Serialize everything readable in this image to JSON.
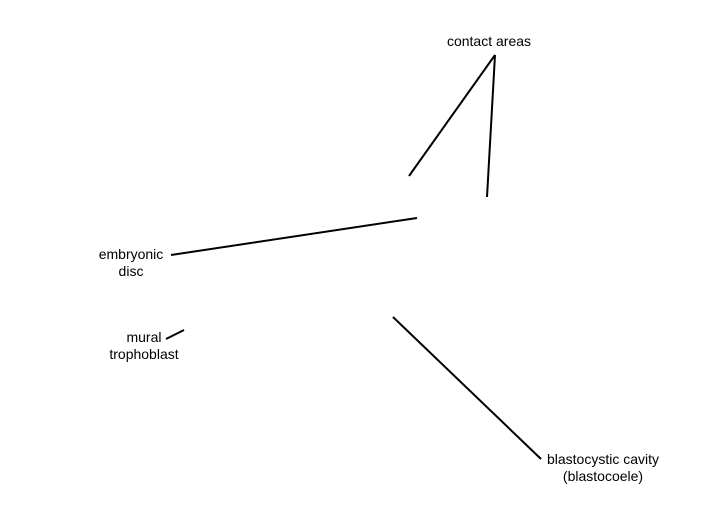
{
  "labels": {
    "contact_areas": [
      "contact areas"
    ],
    "embryonic_disc": [
      "embryonic",
      "disc"
    ],
    "mural_trophoblast": [
      "mural",
      "trophoblast"
    ],
    "blastocystic_cavity": [
      "blastocystic cavity",
      "(blastocoele)"
    ]
  },
  "colors": {
    "leader_line": "#000000",
    "text": "#000000",
    "background": "#ffffff"
  }
}
